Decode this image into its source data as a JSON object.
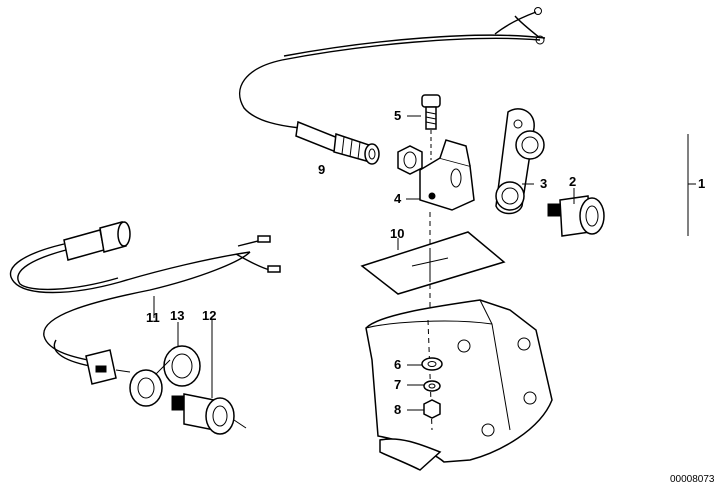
{
  "diagram": {
    "callouts": {
      "c1": "1",
      "c2": "2",
      "c3": "3",
      "c4": "4",
      "c5": "5",
      "c6": "6",
      "c7": "7",
      "c8": "8",
      "c9": "9",
      "c10": "10",
      "c11": "11",
      "c12": "12",
      "c13": "13"
    },
    "reference_number": "00008073"
  }
}
